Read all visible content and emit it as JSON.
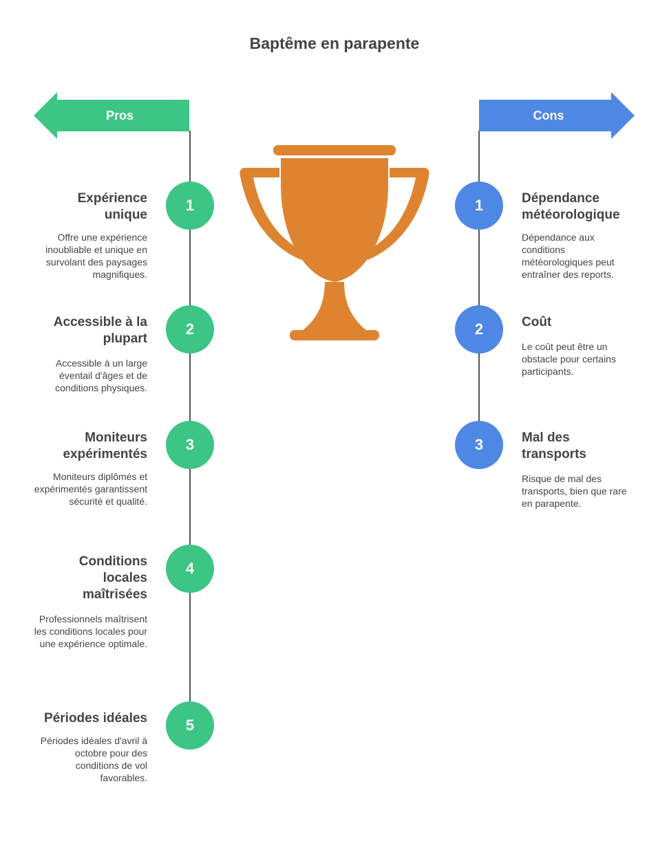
{
  "title": "Baptême en parapente",
  "colors": {
    "pros": "#3cc584",
    "cons": "#4f87e5",
    "trophy": "#de8431",
    "line": "#555555"
  },
  "trophy_icon": "trophy-icon",
  "pros": {
    "label": "Pros",
    "items": [
      {
        "number": "1",
        "title": "Expérience unique",
        "description": "Offre une expérience inoubliable et unique en survolant des paysages magnifiques."
      },
      {
        "number": "2",
        "title": "Accessible à la plupart",
        "description": "Accessible à un large éventail d'âges et de conditions physiques."
      },
      {
        "number": "3",
        "title": "Moniteurs expérimentés",
        "description": "Moniteurs diplômés et expérimentés garantissent sécurité et qualité."
      },
      {
        "number": "4",
        "title": "Conditions locales maîtrisées",
        "description": "Professionnels maîtrisent les conditions locales pour une expérience optimale."
      },
      {
        "number": "5",
        "title": "Périodes idéales",
        "description": "Périodes idéales d'avril à octobre pour des conditions de vol favorables."
      }
    ]
  },
  "cons": {
    "label": "Cons",
    "items": [
      {
        "number": "1",
        "title": "Dépendance météorologique",
        "description": "Dépendance aux conditions météorologiques peut entraîner des reports."
      },
      {
        "number": "2",
        "title": "Coût",
        "description": "Le coût peut être un obstacle pour certains participants."
      },
      {
        "number": "3",
        "title": "Mal des transports",
        "description": "Risque de mal des transports, bien que rare en parapente."
      }
    ]
  }
}
